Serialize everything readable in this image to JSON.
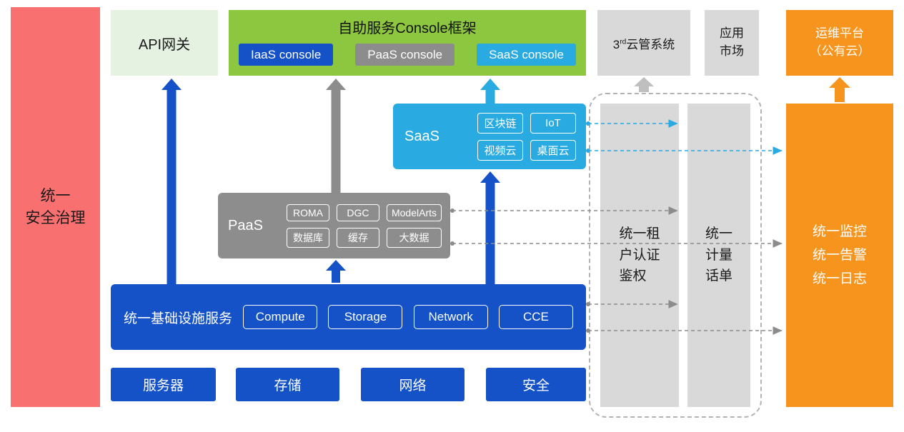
{
  "security_bar": {
    "label": "统一\n安全治理"
  },
  "api_gateway": {
    "label": "API网关"
  },
  "console_frame": {
    "title": "自助服务Console框架",
    "iaas_button": "IaaS console",
    "paas_button": "PaaS console",
    "saas_button": "SaaS console"
  },
  "cloud_mgmt": {
    "num": "3",
    "sup": "rd",
    "text": "云管系统"
  },
  "app_market": {
    "label": "应用\n市场"
  },
  "om_platform": {
    "label": "运维平台\n（公有云）"
  },
  "saas_box": {
    "label": "SaaS",
    "items": [
      "区块链",
      "IoT",
      "视频云",
      "桌面云"
    ]
  },
  "paas_box": {
    "label": "PaaS",
    "items": [
      "ROMA",
      "DGC",
      "ModelArts",
      "数据库",
      "缓存",
      "大数据"
    ]
  },
  "iaas_box": {
    "label": "统一基础设施服务",
    "items": [
      "Compute",
      "Storage",
      "Network",
      "CCE"
    ]
  },
  "infra_row": {
    "items": [
      "服务器",
      "存储",
      "网络",
      "安全"
    ]
  },
  "auth_bar": {
    "label": "统一租\n户认证\n鉴权"
  },
  "metering_bar": {
    "label": "统一\n计量\n话单"
  },
  "monitor_bar": {
    "label": "统一监控\n统一告警\n统一日志"
  },
  "colors": {
    "blue": "#1552c8",
    "gray": "#8c8c8c",
    "cyan": "#29abe2",
    "orange": "#f7941e",
    "red": "#f87070",
    "green": "#8dc63f",
    "light_green": "#e5f2e2",
    "light_gray": "#d9d9d9"
  }
}
